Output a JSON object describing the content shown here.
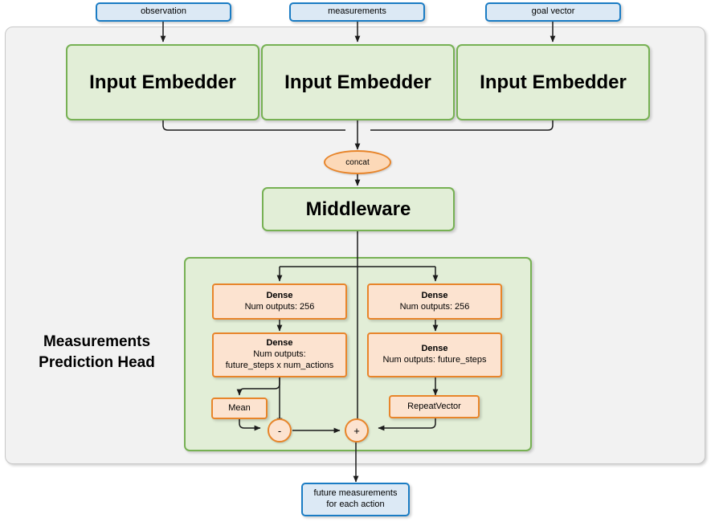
{
  "diagram": {
    "title": "Measurements Prediction Head network diagram",
    "colors": {
      "io_fill": "#dce9f5",
      "io_border": "#1a7cc4",
      "block_fill": "#e2eed7",
      "block_border": "#77b154",
      "op_fill": "#fce3d0",
      "op_border": "#e8852a",
      "shell_fill": "#f2f2f2",
      "shell_border": "#c8c8c8"
    }
  },
  "inputs": [
    {
      "label": "observation"
    },
    {
      "label": "measurements"
    },
    {
      "label": "goal vector"
    }
  ],
  "embedders": [
    {
      "label": "Input Embedder"
    },
    {
      "label": "Input Embedder"
    },
    {
      "label": "Input Embedder"
    }
  ],
  "concat": {
    "label": "concat"
  },
  "middleware": {
    "label": "Middleware"
  },
  "head": {
    "title_line1": "Measurements",
    "title_line2": "Prediction Head",
    "left_branch": [
      {
        "title": "Dense",
        "line1": "Num outputs: 256",
        "line2": ""
      },
      {
        "title": "Dense",
        "line1": "Num outputs:",
        "line2": "future_steps x num_actions"
      }
    ],
    "right_branch": [
      {
        "title": "Dense",
        "line1": "Num outputs: 256",
        "line2": ""
      },
      {
        "title": "Dense",
        "line1": "Num outputs: future_steps",
        "line2": ""
      }
    ],
    "mean": {
      "label": "Mean"
    },
    "repeat_vector": {
      "label": "RepeatVector"
    },
    "minus_op": {
      "label": "-"
    },
    "plus_op": {
      "label": "+"
    }
  },
  "output": {
    "line1": "future measurements",
    "line2": "for each action"
  }
}
